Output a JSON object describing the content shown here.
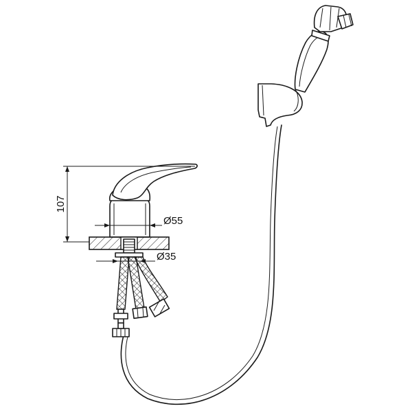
{
  "dimensions": {
    "height": "107",
    "body_diameter": "Ø55",
    "shank_diameter": "Ø35"
  },
  "parts": [
    "mixer-tap",
    "mounting-plate",
    "flexible-supply-hoses",
    "shower-hose",
    "wall-holder",
    "hand-shower"
  ],
  "colors": {
    "line": "#1a1a1a",
    "background": "#ffffff"
  }
}
